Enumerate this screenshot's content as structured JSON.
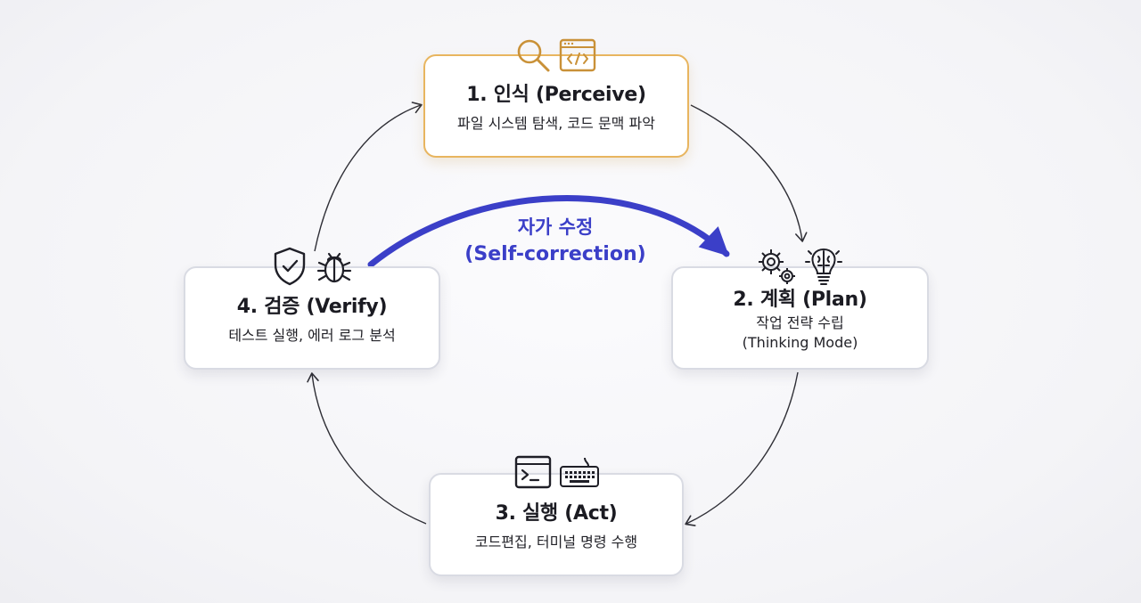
{
  "colors": {
    "accent_purple": "#3b3fc8",
    "highlight_border": "#e8b55f",
    "icon_gold": "#c99138",
    "icon_dark": "#1f1f27",
    "arrow_gray": "#2f2f36"
  },
  "self_correction": {
    "label_ko": "자가 수정",
    "label_en": "(Self-correction)"
  },
  "steps": [
    {
      "title": "1. 인식 (Perceive)",
      "description": "파일 시스템 탐색, 코드 문맥 파악",
      "icons": [
        "magnifier-icon",
        "code-window-icon"
      ]
    },
    {
      "title": "2. 계획 (Plan)",
      "description": "작업 전략 수립",
      "description_2": "(Thinking Mode)",
      "icons": [
        "gears-icon",
        "brain-bulb-icon"
      ]
    },
    {
      "title": "3. 실행 (Act)",
      "description": "코드편집, 터미널 명령 수행",
      "icons": [
        "terminal-icon",
        "keyboard-icon"
      ]
    },
    {
      "title": "4. 검증 (Verify)",
      "description": "테스트 실행, 에러 로그 분석",
      "icons": [
        "shield-check-icon",
        "bug-icon"
      ]
    }
  ]
}
